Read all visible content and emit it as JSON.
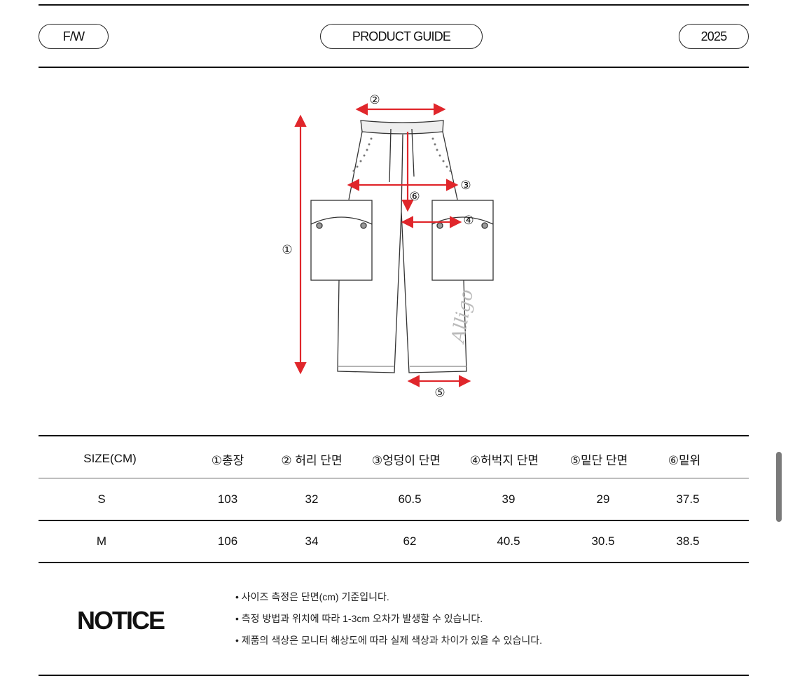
{
  "header": {
    "season": "F/W",
    "title": "PRODUCT GUIDE",
    "year": "2025"
  },
  "diagram": {
    "labels": [
      "①",
      "②",
      "③",
      "④",
      "⑤",
      "⑥"
    ],
    "brand_script": "Alligo",
    "arrow_color": "#e0262b"
  },
  "size_table": {
    "columns": [
      "SIZE(CM)",
      "①총장",
      "② 허리 단면",
      "③엉덩이 단면",
      "④허벅지 단면",
      "⑤밑단 단면",
      "⑥밑위"
    ],
    "rows": [
      [
        "S",
        "103",
        "32",
        "60.5",
        "39",
        "29",
        "37.5"
      ],
      [
        "M",
        "106",
        "34",
        "62",
        "40.5",
        "30.5",
        "38.5"
      ]
    ]
  },
  "notice": {
    "title": "NOTICE",
    "items": [
      "• 사이즈 측정은 단면(cm) 기준입니다.",
      "• 측정 방법과 위치에 따라 1-3cm 오차가 발생할 수 있습니다.",
      "• 제품의 색상은 모니터 해상도에 따라 실제 색상과 차이가 있을 수 있습니다."
    ]
  }
}
